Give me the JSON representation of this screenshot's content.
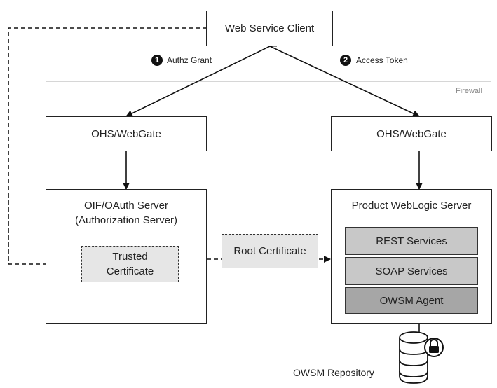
{
  "client": {
    "label": "Web Service Client"
  },
  "steps": [
    {
      "num": "1",
      "label": "Authz Grant"
    },
    {
      "num": "2",
      "label": "Access Token"
    }
  ],
  "firewall": {
    "label": "Firewall"
  },
  "left_gate": {
    "label": "OHS/WebGate"
  },
  "right_gate": {
    "label": "OHS/WebGate"
  },
  "oauth_server": {
    "line1": "OIF/OAuth Server",
    "line2": "(Authorization Server)"
  },
  "trusted_cert": {
    "line1": "Trusted",
    "line2": "Certificate"
  },
  "root_cert": {
    "label": "Root Certificate"
  },
  "weblogic": {
    "title": "Product WebLogic Server",
    "services": [
      {
        "label": "REST Services",
        "color": "#c8c8c8"
      },
      {
        "label": "SOAP Services",
        "color": "#c8c8c8"
      },
      {
        "label": "OWSM Agent",
        "color": "#a6a6a6"
      }
    ]
  },
  "repository": {
    "label": "OWSM Repository"
  }
}
